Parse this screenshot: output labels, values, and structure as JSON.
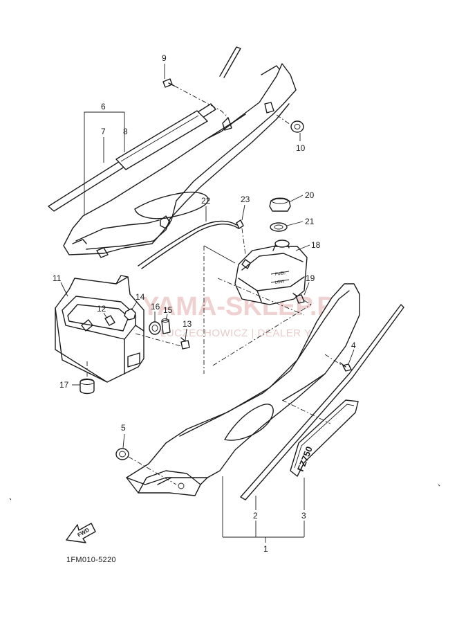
{
  "diagram": {
    "code": "1FM010-5220",
    "watermark": {
      "main": "YAMA-SKLEP.PL",
      "sub": "ŁUCZECHOWICZ | DEALER YAMAHA"
    },
    "decal_text": "FZ750",
    "tank_labels": {
      "fuel": "FUEL",
      "low": "LOW"
    },
    "fwd_label": "FWD",
    "callouts": [
      {
        "id": "c1",
        "label": "1"
      },
      {
        "id": "c2",
        "label": "2"
      },
      {
        "id": "c3",
        "label": "3"
      },
      {
        "id": "c4",
        "label": "4"
      },
      {
        "id": "c5",
        "label": "5"
      },
      {
        "id": "c6",
        "label": "6"
      },
      {
        "id": "c7",
        "label": "7"
      },
      {
        "id": "c8",
        "label": "8"
      },
      {
        "id": "c9",
        "label": "9"
      },
      {
        "id": "c10",
        "label": "10"
      },
      {
        "id": "c11",
        "label": "11"
      },
      {
        "id": "c12",
        "label": "12"
      },
      {
        "id": "c13",
        "label": "13"
      },
      {
        "id": "c14",
        "label": "14"
      },
      {
        "id": "c15",
        "label": "15"
      },
      {
        "id": "c16",
        "label": "16"
      },
      {
        "id": "c17",
        "label": "17"
      },
      {
        "id": "c18",
        "label": "18"
      },
      {
        "id": "c19",
        "label": "19"
      },
      {
        "id": "c20",
        "label": "20"
      },
      {
        "id": "c21",
        "label": "21"
      },
      {
        "id": "c22",
        "label": "22"
      },
      {
        "id": "c23",
        "label": "23"
      }
    ]
  }
}
